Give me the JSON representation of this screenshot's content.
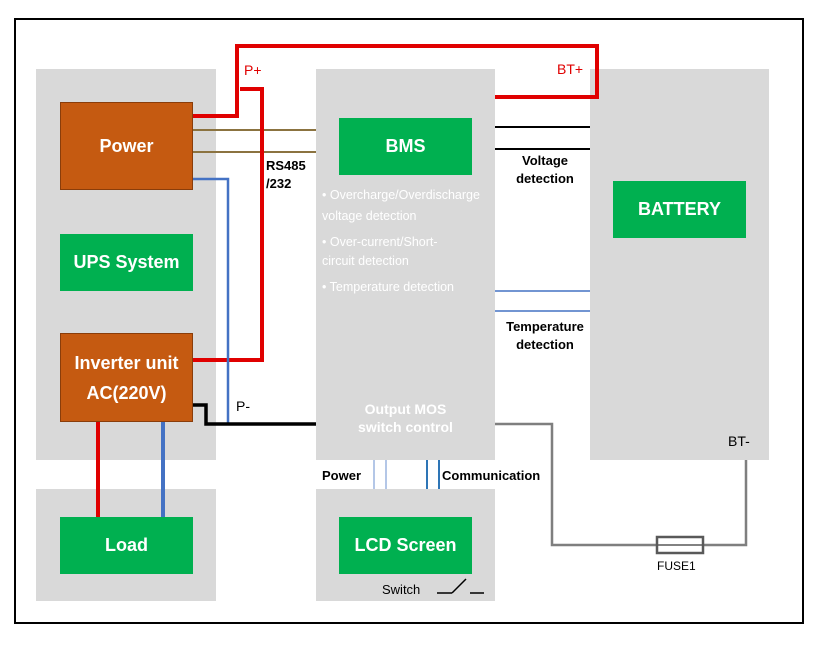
{
  "blocks": {
    "power": "Power",
    "ups": "UPS System",
    "inverter_line1": "Inverter unit",
    "inverter_line2": "AC(220V)",
    "load": "Load",
    "bms": "BMS",
    "battery": "BATTERY",
    "lcd": "LCD Screen"
  },
  "bms_features": [
    "• Overcharge/Overdischarge",
    "voltage detection",
    "• Over-current/Short-",
    "circuit detection",
    "• Temperature detection"
  ],
  "bms_output": {
    "line1": "Output MOS",
    "line2": "switch control"
  },
  "labels": {
    "p_plus": "P+",
    "p_minus": "P-",
    "bt_plus": "BT+",
    "bt_minus": "BT-",
    "rs485_line1": "RS485",
    "rs485_line2": "/232",
    "voltage_line1": "Voltage",
    "voltage_line2": "detection",
    "temp_line1": "Temperature",
    "temp_line2": "detection",
    "power_link": "Power",
    "communication": "Communication",
    "switch": "Switch",
    "fuse": "FUSE1"
  },
  "colors": {
    "panel": "#d9d9d9",
    "orange": "#c55a11",
    "green": "#00b050",
    "red_wire": "#e00000",
    "blue_wire": "#4472c4",
    "brown_wire": "#8b7340",
    "gray_wire": "#7f7f7f"
  }
}
